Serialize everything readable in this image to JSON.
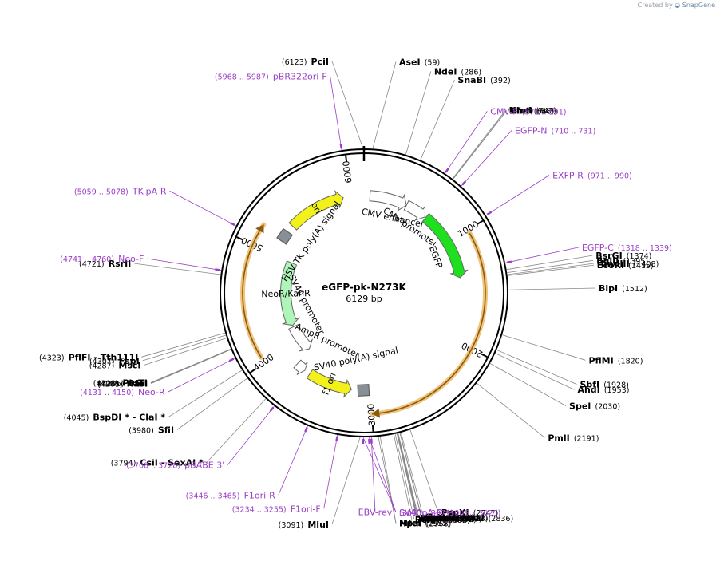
{
  "credit": {
    "prefix": "Created by",
    "brand": "SnapGene"
  },
  "plasmid": {
    "name": "eGFP-pk-N273K",
    "length_label": "6129 bp",
    "length": 6129
  },
  "colors": {
    "primer": "#9a3fc7",
    "egfp": "#1fe01f",
    "ori": "#f2f21a",
    "neokan": "#aef5b8",
    "orf": "#e8a840",
    "gray_feature": "#888f96"
  },
  "ticks": [
    {
      "pos": 1000,
      "label": "1000"
    },
    {
      "pos": 2000,
      "label": "2000"
    },
    {
      "pos": 3000,
      "label": "3000"
    },
    {
      "pos": 4000,
      "label": "4000"
    },
    {
      "pos": 5000,
      "label": "5000"
    },
    {
      "pos": 6000,
      "label": "6000"
    }
  ],
  "enzymes": [
    {
      "name": "PciI",
      "pos": "(6123)",
      "site": 6123,
      "side": "L"
    },
    {
      "name": "AseI",
      "pos": "(59)",
      "site": 59,
      "side": "R"
    },
    {
      "name": "NdeI",
      "pos": "(286)",
      "site": 286,
      "side": "R"
    },
    {
      "name": "SnaBI",
      "pos": "(392)",
      "site": 392,
      "side": "R"
    },
    {
      "name": "NheI",
      "pos": "(643)",
      "site": 643,
      "side": "R"
    },
    {
      "name": "BmtI",
      "pos": "(647)",
      "site": 647,
      "side": "R"
    },
    {
      "name": "AfeI",
      "pos": "(648)",
      "site": 648,
      "side": "R"
    },
    {
      "name": "BsrGI",
      "pos": "(1374)",
      "site": 1374,
      "side": "R"
    },
    {
      "name": "BglII",
      "pos": "(1395)",
      "site": 1395,
      "side": "R"
    },
    {
      "name": "HindIII",
      "pos": "(1408)",
      "site": 1408,
      "side": "R"
    },
    {
      "name": "EcoRI",
      "pos": "(1415)",
      "site": 1415,
      "side": "R"
    },
    {
      "name": "BlpI",
      "pos": "(1512)",
      "site": 1512,
      "side": "R"
    },
    {
      "name": "PflMI",
      "pos": "(1820)",
      "site": 1820,
      "side": "R"
    },
    {
      "name": "SbfI",
      "pos": "(1928)",
      "site": 1928,
      "side": "R"
    },
    {
      "name": "AhdI",
      "pos": "(1953)",
      "site": 1953,
      "side": "R"
    },
    {
      "name": "SpeI",
      "pos": "(2030)",
      "site": 2030,
      "side": "R"
    },
    {
      "name": "PmlI",
      "pos": "(2191)",
      "site": 2191,
      "side": "R"
    },
    {
      "name": "PspXI",
      "pos": "(2747)",
      "site": 2747,
      "side": "R"
    },
    {
      "name": "BmgBI",
      "pos": "(2812)",
      "site": 2812,
      "side": "R"
    },
    {
      "name": "SalI",
      "pos": "(2819)",
      "site": 2819,
      "side": "R"
    },
    {
      "name": "AccI",
      "pos": "(2820)",
      "site": 2820,
      "side": "R"
    },
    {
      "name": "SacII",
      "pos": "(2832)",
      "site": 2832,
      "side": "R"
    },
    {
      "name": "PspOMI",
      "pos": "(2833)",
      "site": 2833,
      "side": "R"
    },
    {
      "name": "TspMI - XmaI",
      "pos": "(2836)",
      "site": 2836,
      "side": "R"
    },
    {
      "name": "ApaI",
      "pos": "(2837)",
      "site": 2837,
      "side": "R"
    },
    {
      "name": "SmaI",
      "pos": "(2838)",
      "site": 2838,
      "side": "R"
    },
    {
      "name": "BamHI",
      "pos": "(2840)",
      "site": 2840,
      "side": "R"
    },
    {
      "name": "XbaI *",
      "pos": "(2852)",
      "site": 2852,
      "side": "R"
    },
    {
      "name": "BclI *",
      "pos": "(2862)",
      "site": 2862,
      "side": "R"
    },
    {
      "name": "MfeI",
      "pos": "(2955)",
      "site": 2955,
      "side": "R"
    },
    {
      "name": "HpaI",
      "pos": "(2968)",
      "site": 2968,
      "side": "R"
    },
    {
      "name": "MluI",
      "pos": "(3091)",
      "site": 3091,
      "side": "L"
    },
    {
      "name": "CsiI - SexAI *",
      "pos": "(3794)",
      "site": 3794,
      "side": "L"
    },
    {
      "name": "SfiI",
      "pos": "(3980)",
      "site": 3980,
      "side": "L"
    },
    {
      "name": "BspDI * - ClaI *",
      "pos": "(4045)",
      "site": 4045,
      "side": "L"
    },
    {
      "name": "KasI",
      "pos": "(4204)",
      "site": 4204,
      "side": "L"
    },
    {
      "name": "NarI",
      "pos": "(4205)",
      "site": 4205,
      "side": "L"
    },
    {
      "name": "SfoI",
      "pos": "(4206)",
      "site": 4206,
      "side": "L"
    },
    {
      "name": "PluTI",
      "pos": "(4208)",
      "site": 4208,
      "side": "L"
    },
    {
      "name": "MscI",
      "pos": "(4287)",
      "site": 4287,
      "side": "L"
    },
    {
      "name": "FspI",
      "pos": "(4307)",
      "site": 4307,
      "side": "L"
    },
    {
      "name": "PflFI - Tth111I",
      "pos": "(4323)",
      "site": 4323,
      "side": "L"
    },
    {
      "name": "RsrII",
      "pos": "(4721)",
      "site": 4721,
      "side": "L"
    }
  ],
  "primers": [
    {
      "name": "pBR322ori-F",
      "pos": "(5968 .. 5987)",
      "site": 5978,
      "side": "L"
    },
    {
      "name": "CMV-F",
      "pos": "(571 .. 591)",
      "site": 581,
      "side": "R"
    },
    {
      "name": "EGFP-N",
      "pos": "(710 .. 731)",
      "site": 720,
      "side": "R"
    },
    {
      "name": "EXFP-R",
      "pos": "(971 .. 990)",
      "site": 980,
      "side": "R"
    },
    {
      "name": "EGFP-C",
      "pos": "(1318 .. 1339)",
      "site": 1328,
      "side": "R"
    },
    {
      "name": "TK-pA-R",
      "pos": "(5059 .. 5078)",
      "site": 5068,
      "side": "L"
    },
    {
      "name": "Neo-F",
      "pos": "(4741 .. 4760)",
      "site": 4750,
      "side": "L"
    },
    {
      "name": "Neo-R",
      "pos": "(4131 .. 4150)",
      "site": 4140,
      "side": "L"
    },
    {
      "name": "pBABE 3'",
      "pos": "(3708 .. 3728)",
      "site": 3718,
      "side": "L"
    },
    {
      "name": "F1ori-R",
      "pos": "(3446 .. 3465)",
      "site": 3455,
      "side": "L"
    },
    {
      "name": "F1ori-F",
      "pos": "(3234 .. 3255)",
      "site": 3244,
      "side": "L"
    },
    {
      "name": "EBV-rev",
      "pos": "",
      "site": 3015,
      "side": "C"
    },
    {
      "name": "SV40pA-R",
      "pos": "(3006 .. 3025)",
      "site": 3030,
      "side": "R"
    },
    {
      "name": "",
      "pos": "(3060 .. 3079)",
      "site": 3070,
      "side": "R"
    }
  ],
  "features": [
    {
      "name": "ori",
      "start": 5330,
      "end": 5920,
      "ring": "r1",
      "color": "#f2f21a",
      "dir": "cw"
    },
    {
      "name": "CMV enhancer",
      "start": 60,
      "end": 440,
      "ring": "r1",
      "color": "#ffffff",
      "dir": "cw"
    },
    {
      "name": "CMV promoter",
      "start": 440,
      "end": 660,
      "ring": "r1",
      "color": "#ffffff",
      "dir": "cw"
    },
    {
      "name": "EGFP",
      "start": 670,
      "end": 1380,
      "ring": "r1",
      "color": "#1fe01f",
      "dir": "cw"
    },
    {
      "name": "HSV TK poly(A) signal",
      "start": 5190,
      "end": 5210,
      "ring": "r1",
      "color": "#888f96",
      "dir": "none"
    },
    {
      "name": "NeoR/KanR",
      "start": 4180,
      "end": 4980,
      "ring": "r2",
      "color": "#aef5b8",
      "dir": "ccw"
    },
    {
      "name": "SV40 promoter",
      "start": 3820,
      "end": 4160,
      "ring": "r2",
      "color": "#ffffff",
      "dir": "ccw"
    },
    {
      "name": "AmpR promoter",
      "start": 3700,
      "end": 3800,
      "ring": "r1",
      "color": "#ffffff",
      "dir": "ccw"
    },
    {
      "name": "f1 ori",
      "start": 3190,
      "end": 3640,
      "ring": "r1",
      "color": "#f2f21a",
      "dir": "ccw"
    },
    {
      "name": "SV40 poly(A) signal",
      "start": 3010,
      "end": 3130,
      "ring": "r1",
      "color": "#888f96",
      "dir": "none"
    }
  ],
  "orfs": [
    {
      "start": 1030,
      "end": 3000,
      "dir": "cw"
    },
    {
      "start": 4050,
      "end": 5180,
      "dir": "cw"
    }
  ]
}
